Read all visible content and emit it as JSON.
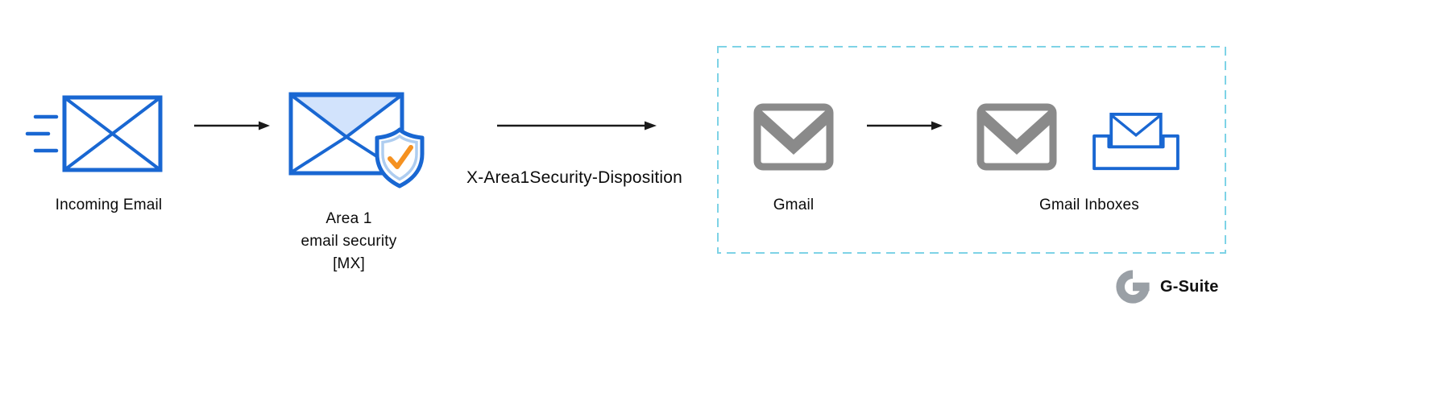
{
  "diagram": {
    "nodes": {
      "incoming_email": {
        "label": "Incoming Email"
      },
      "area1": {
        "label": [
          "Area 1",
          "email security",
          "[MX]"
        ]
      },
      "gmail": {
        "label": "Gmail"
      },
      "gmail_inboxes": {
        "label": "Gmail Inboxes"
      }
    },
    "edge_label": "X-Area1Security-Disposition",
    "brand": {
      "label": "G-Suite"
    },
    "colors": {
      "envelope_blue": "#1967d2",
      "envelope_light_blue": "#d2e3fc",
      "shield_inner_blue": "#aecdf0",
      "check_orange": "#f59120",
      "gmail_gray": "#8a8a8a",
      "boundary_dash_teal": "#7ed3e6",
      "arrow_black": "#1a1a1a",
      "text_black": "#0b0b0b",
      "brand_gray": "#9aa0a6"
    },
    "icons": {
      "speed_lines": "three-horizontal-dashes",
      "incoming_envelope": "blue-outline-envelope",
      "shield_check": "shield-with-orange-checkmark",
      "gmail": "gray-gmail-envelope",
      "inbox_tray": "blue-envelope-in-tray",
      "g_logo": "gray-google-g"
    }
  }
}
